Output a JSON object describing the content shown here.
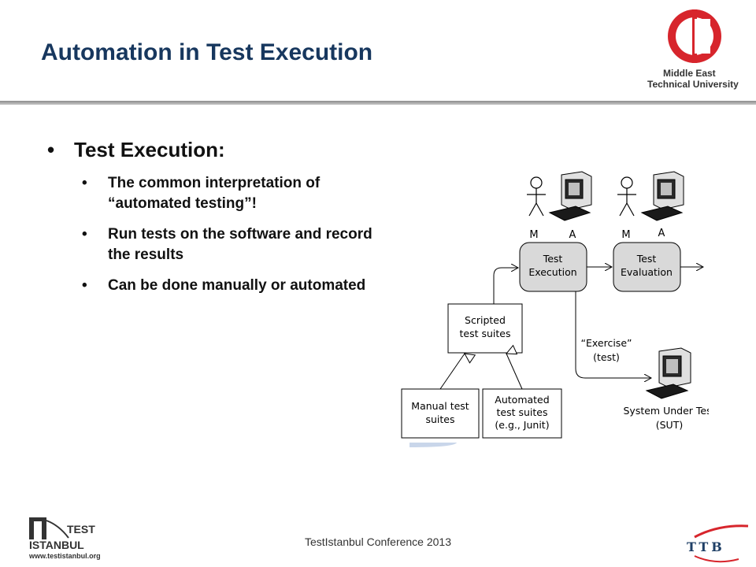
{
  "header": {
    "title": "Automation in Test Execution",
    "university_line1": "Middle East",
    "university_line2": "Technical University"
  },
  "content": {
    "main_bullet": "Test Execution:",
    "sub_bullets": [
      "The common interpretation of “automated testing”!",
      "Run tests on the software and record the results",
      "Can be done manually or automated"
    ]
  },
  "diagram": {
    "actor_label": "M",
    "computer_label": "A",
    "test_execution": [
      "Test",
      "Execution"
    ],
    "test_evaluation": [
      "Test",
      "Evaluation"
    ],
    "scripted_suites": [
      "Scripted",
      "test suites"
    ],
    "manual_suites": [
      "Manual test",
      "suites"
    ],
    "automated_suites": [
      "Automated",
      "test suites",
      "(e.g., Junit)"
    ],
    "exercise_label": [
      "“Exercise”",
      "(test)"
    ],
    "sut_label": [
      "System Under Test",
      "(SUT)"
    ]
  },
  "footer": {
    "conference": "TestIstanbul Conference 2013",
    "logo_test": "TEST",
    "logo_istanbul": "ISTANBUL",
    "logo_url": "www.testistanbul.org",
    "ttb_logo": "TTB"
  },
  "colors": {
    "title": "#17375e",
    "logo_red": "#d7252c",
    "process_fill": "#d9d9d9"
  }
}
